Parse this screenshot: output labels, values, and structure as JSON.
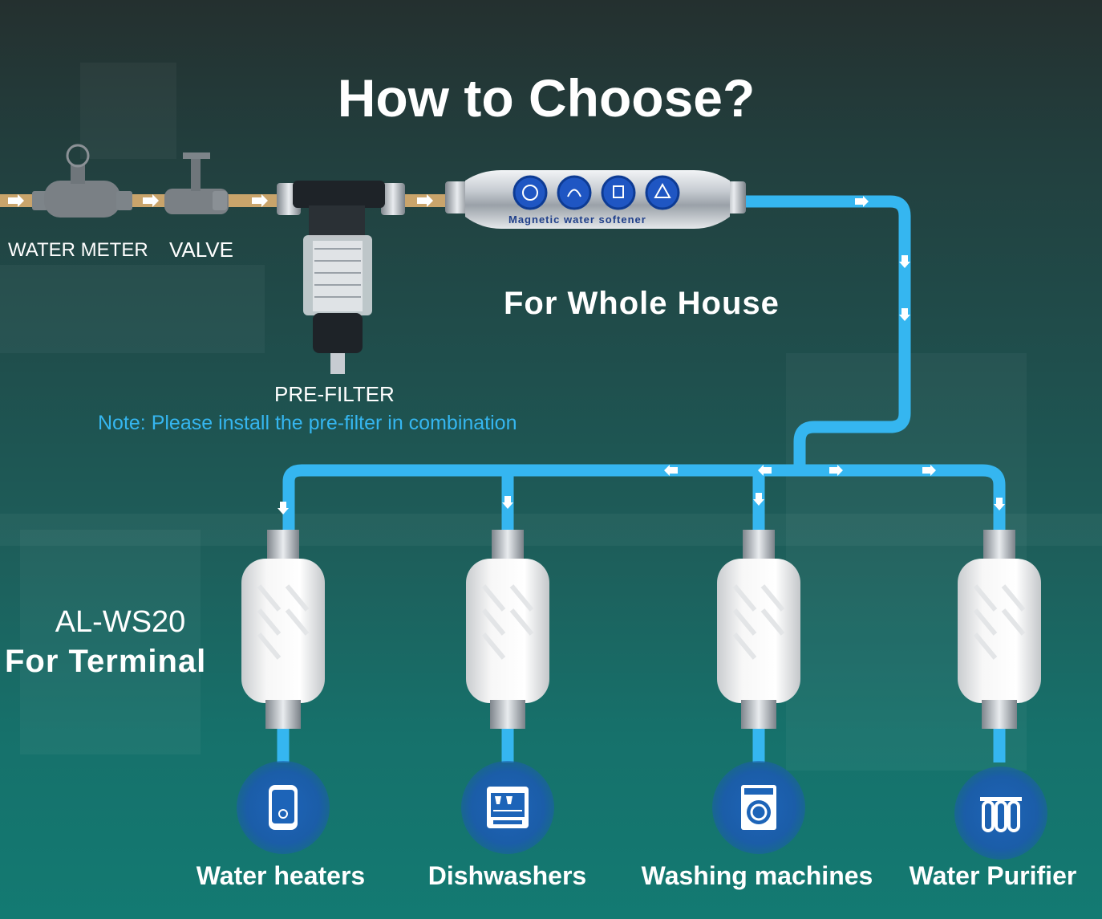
{
  "title": "How to Choose?",
  "labels": {
    "water_meter": "WATER METER",
    "valve": "VALVE",
    "pre_filter": "PRE-FILTER",
    "note": "Note: Please install the pre-filter in combination",
    "whole_house": "For Whole House",
    "model": "AL-WS20",
    "terminal": "For Terminal",
    "softener_label": "Magnetic water softener"
  },
  "devices": [
    {
      "label": "Water heaters",
      "icon": "water-heater-icon"
    },
    {
      "label": "Dishwashers",
      "icon": "dishwasher-icon"
    },
    {
      "label": "Washing machines",
      "icon": "washing-machine-icon"
    },
    {
      "label": "Water Purifier",
      "icon": "water-purifier-icon"
    }
  ],
  "colors": {
    "pipe_blue": "#35b6f0",
    "note_text": "#35b6f0",
    "icon_circle": "#1d64b8",
    "copper_pipe": "#c9a46b"
  }
}
